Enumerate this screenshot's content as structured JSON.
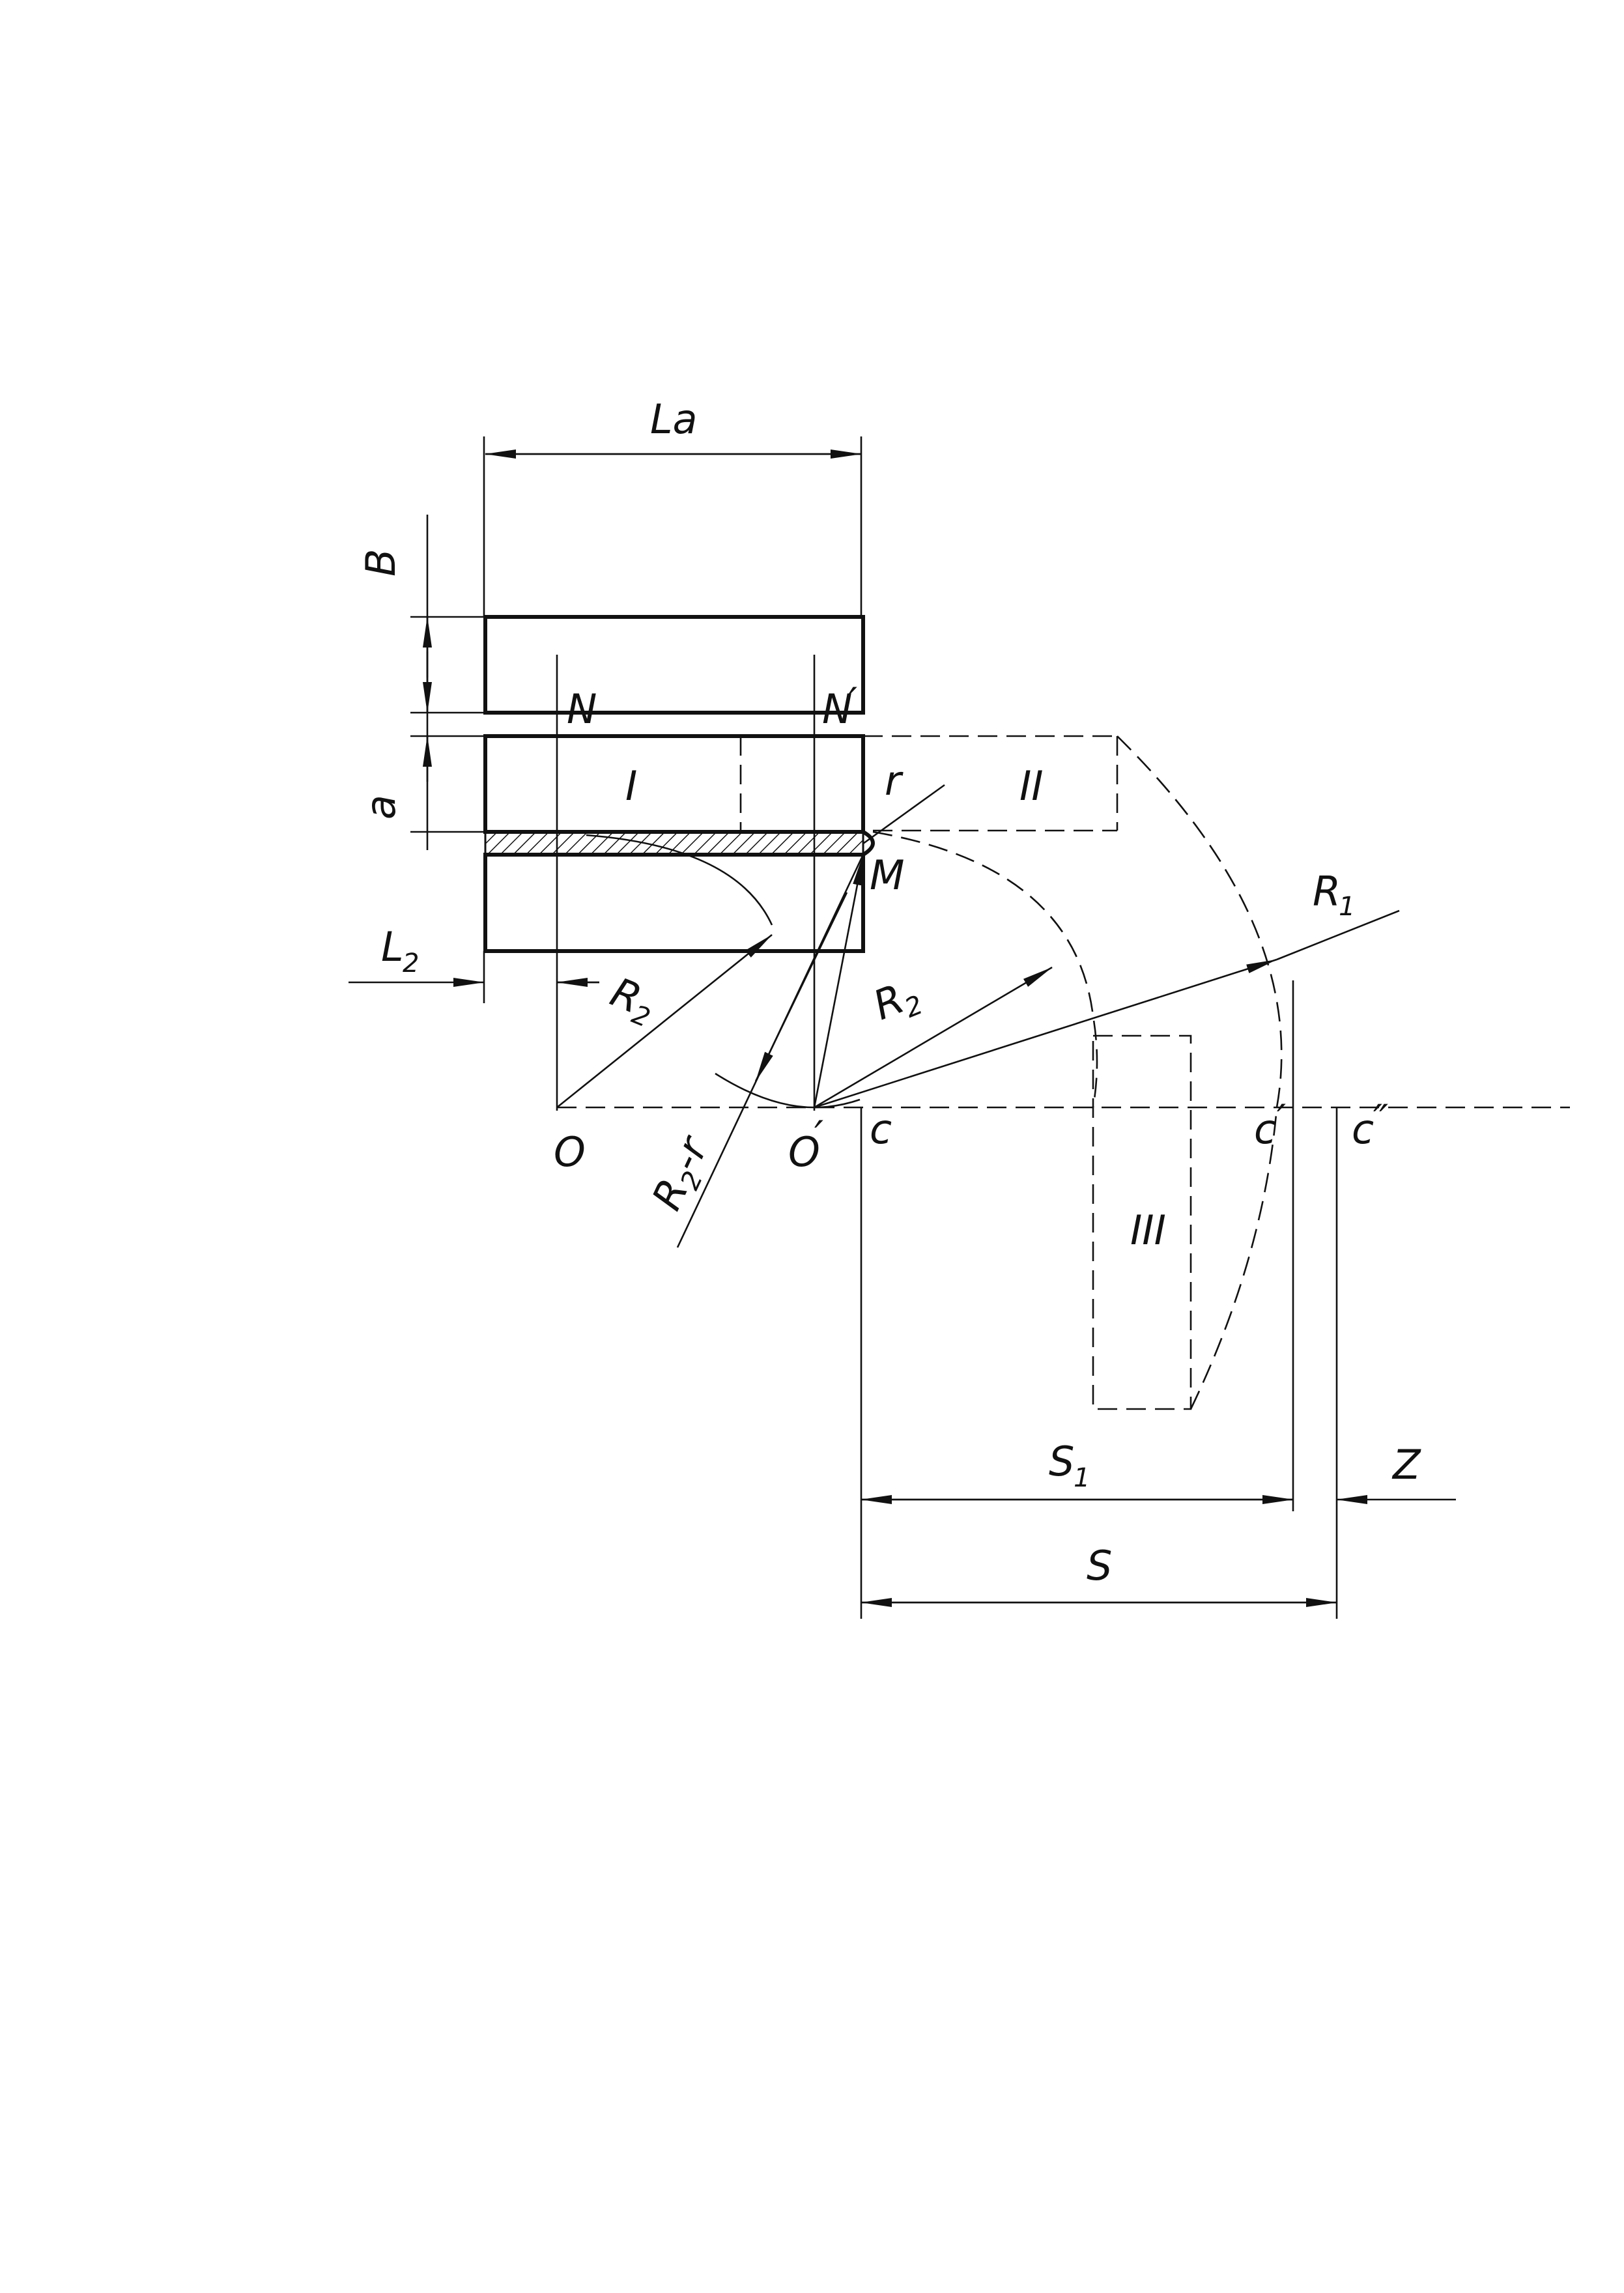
{
  "labels": {
    "La": "La",
    "B": "B",
    "a": "a",
    "N_left": "N",
    "N_right": "N",
    "N_right_prime": "′",
    "I": "I",
    "II": "II",
    "III": "III",
    "r": "r",
    "M": "M",
    "R1": "R",
    "R1_sub": "1",
    "R2_left": "R",
    "R2_left_sub": "2",
    "R2_right": "R",
    "R2_right_sub": "2",
    "R2r_R": "R",
    "R2r_sub": "2",
    "R2r_rest": "-r",
    "L2": "L",
    "L2_sub": "2",
    "O": "O",
    "O_prime": "O",
    "O_prime_mark": "′",
    "c": "c",
    "c_prime": "c",
    "c_prime_mark": "′",
    "c_dprime": "c",
    "c_dprime_mark": "″",
    "S1": "S",
    "S1_sub": "1",
    "S": "S",
    "Z": "Z"
  }
}
